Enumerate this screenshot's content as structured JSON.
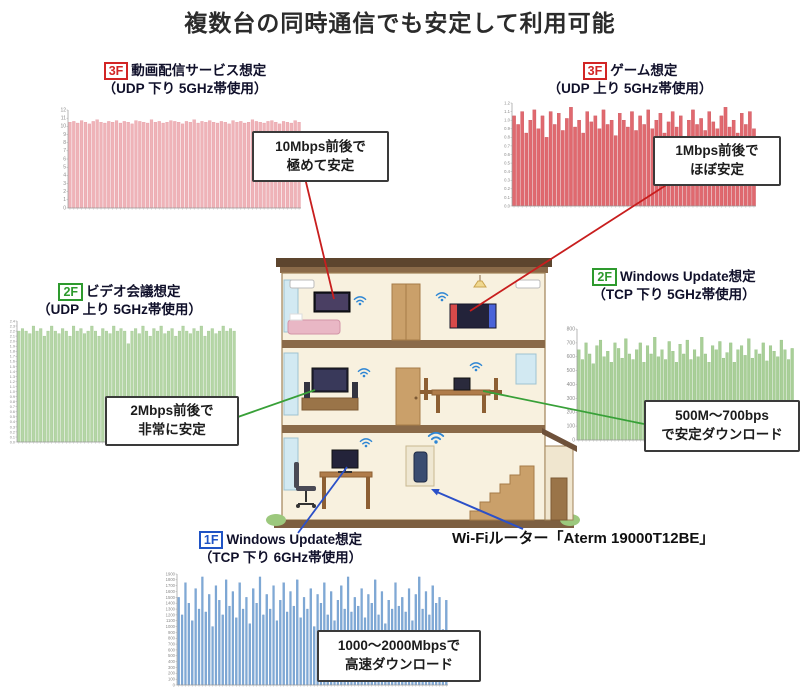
{
  "title": "複数台の同時通信でも安定して利用可能",
  "panels": {
    "tl": {
      "floor": "3F",
      "title": "動画配信サービス想定",
      "subtitle": "（UDP 下り 5GHz帯使用）",
      "callout": [
        "10Mbps前後で",
        "極めて安定"
      ]
    },
    "tr": {
      "floor": "3F",
      "title": "ゲーム想定",
      "subtitle": "（UDP 上り 5GHz帯使用）",
      "callout": [
        "1Mbps前後で",
        "ほぼ安定"
      ]
    },
    "ml": {
      "floor": "2F",
      "title": "ビデオ会議想定",
      "subtitle": "（UDP 上り 5GHz帯使用）",
      "callout": [
        "2Mbps前後で",
        "非常に安定"
      ]
    },
    "mr": {
      "floor": "2F",
      "title": "Windows Update想定",
      "subtitle": "（TCP 下り 5GHz帯使用）",
      "callout": [
        "500M〜700bps",
        "で安定ダウンロード"
      ]
    },
    "bl": {
      "floor": "1F",
      "title": "Windows Update想定",
      "subtitle": "（TCP 下り 6GHz帯使用）",
      "callout": [
        "1000〜2000Mbpsで",
        "高速ダウンロード"
      ]
    }
  },
  "router_label": "Wi-Fiルーター「Aterm 19000T12BE」",
  "colors": {
    "red_line": "#c81e1e",
    "green_line": "#38a038",
    "blue_line": "#2b50c8"
  },
  "chart_data": [
    {
      "type": "bar",
      "title": "3F 動画配信サービス想定（UDP 下り 5GHz帯使用）",
      "xlabel": "",
      "ylabel": "",
      "ylim": [
        0,
        12
      ],
      "ytick_step": 1,
      "legend": "none",
      "grid": false,
      "color": "#efb3b8",
      "stroke": "#e497a0",
      "bar_ratio": 0.72,
      "tick_font": 5,
      "pad_left": 13,
      "values": [
        10.5,
        10.6,
        10.4,
        10.7,
        10.5,
        10.3,
        10.6,
        10.8,
        10.5,
        10.4,
        10.6,
        10.5,
        10.7,
        10.4,
        10.6,
        10.5,
        10.3,
        10.7,
        10.6,
        10.5,
        10.4,
        10.8,
        10.5,
        10.6,
        10.4,
        10.5,
        10.7,
        10.6,
        10.5,
        10.3,
        10.6,
        10.5,
        10.8,
        10.4,
        10.6,
        10.5,
        10.7,
        10.5,
        10.4,
        10.6,
        10.5,
        10.3,
        10.7,
        10.5,
        10.6,
        10.4,
        10.5,
        10.8,
        10.6,
        10.5,
        10.4,
        10.6,
        10.7,
        10.5,
        10.3,
        10.6,
        10.5,
        10.4,
        10.7,
        10.5
      ]
    },
    {
      "type": "bar",
      "title": "3F ゲーム想定（UDP 上り 5GHz帯使用）",
      "xlabel": "",
      "ylabel": "",
      "ylim": [
        0,
        1.2
      ],
      "ytick_step": 0.1,
      "legend": "none",
      "grid": false,
      "color": "#e0696f",
      "stroke": "#c94f57",
      "bar_ratio": 0.78,
      "tick_font": 4.2,
      "pad_left": 12,
      "values": [
        1.05,
        0.95,
        1.1,
        0.85,
        1.0,
        1.12,
        0.9,
        1.05,
        0.8,
        1.1,
        0.95,
        1.08,
        0.88,
        1.02,
        1.15,
        0.92,
        1.0,
        0.85,
        1.1,
        0.98,
        1.05,
        0.9,
        1.12,
        0.95,
        1.0,
        0.82,
        1.08,
        1.0,
        0.92,
        1.1,
        0.88,
        1.05,
        0.95,
        1.12,
        0.9,
        1.0,
        1.08,
        0.85,
        0.98,
        1.1,
        0.92,
        1.05,
        0.8,
        1.0,
        1.12,
        0.95,
        1.02,
        0.88,
        1.1,
        0.98,
        0.9,
        1.05,
        1.15,
        0.92,
        1.0,
        0.85,
        1.08,
        0.95,
        1.1,
        0.9
      ]
    },
    {
      "type": "bar",
      "title": "2F ビデオ会議想定（UDP 上り 5GHz帯使用）",
      "xlabel": "",
      "ylabel": "",
      "ylim": [
        0,
        2.4
      ],
      "ytick_step": 0.1,
      "legend": "none",
      "grid": false,
      "color": "#b5d6a6",
      "stroke": "#9cc48c",
      "bar_ratio": 0.72,
      "tick_font": 3.8,
      "pad_left": 12,
      "values": [
        2.2,
        2.25,
        2.2,
        2.15,
        2.3,
        2.2,
        2.25,
        2.1,
        2.2,
        2.3,
        2.2,
        2.15,
        2.25,
        2.2,
        2.1,
        2.3,
        2.2,
        2.25,
        2.15,
        2.2,
        2.3,
        2.2,
        2.1,
        2.25,
        2.2,
        2.15,
        2.3,
        2.2,
        2.25,
        2.2,
        1.95,
        2.2,
        2.25,
        2.15,
        2.3,
        2.2,
        2.1,
        2.25,
        2.2,
        2.3,
        2.15,
        2.2,
        2.25,
        2.1,
        2.2,
        2.3,
        2.2,
        2.15,
        2.25,
        2.2,
        2.3,
        2.1,
        2.2,
        2.25,
        2.15,
        2.2,
        2.3,
        2.2,
        2.25,
        2.2
      ]
    },
    {
      "type": "bar",
      "title": "2F Windows Update想定（TCP 下り 5GHz帯使用）",
      "xlabel": "",
      "ylabel": "",
      "ylim": [
        0,
        800
      ],
      "ytick_step": 100,
      "legend": "none",
      "grid": false,
      "color": "#a9cf98",
      "stroke": "#8fbe7e",
      "bar_ratio": 0.75,
      "tick_font": 5,
      "pad_left": 16,
      "values": [
        650,
        580,
        700,
        620,
        550,
        680,
        720,
        600,
        640,
        560,
        700,
        660,
        590,
        730,
        620,
        580,
        650,
        700,
        560,
        680,
        620,
        740,
        600,
        650,
        580,
        710,
        640,
        560,
        690,
        620,
        720,
        580,
        650,
        600,
        740,
        620,
        560,
        680,
        650,
        710,
        590,
        630,
        700,
        560,
        650,
        680,
        610,
        730,
        590,
        650,
        620,
        700,
        570,
        680,
        640,
        600,
        720,
        650,
        580,
        660
      ]
    },
    {
      "type": "bar",
      "title": "1F Windows Update想定（TCP 下り 6GHz帯使用）",
      "xlabel": "",
      "ylabel": "",
      "ylim": [
        0,
        1900
      ],
      "ytick_step": 100,
      "legend": "none",
      "grid": false,
      "color": "#7fa9d6",
      "stroke": "#6b97c9",
      "bar_ratio": 0.55,
      "tick_font": 4.2,
      "pad_left": 17,
      "values": [
        1500,
        1200,
        1750,
        1400,
        1100,
        1650,
        1300,
        1850,
        1250,
        1550,
        1000,
        1700,
        1450,
        1200,
        1800,
        1350,
        1600,
        1150,
        1750,
        1300,
        1500,
        1050,
        1650,
        1400,
        1850,
        1200,
        1550,
        1300,
        1700,
        1100,
        1450,
        1750,
        1250,
        1600,
        1350,
        1800,
        1150,
        1500,
        1300,
        1650,
        1000,
        1550,
        1400,
        1750,
        1200,
        1600,
        1100,
        1450,
        1700,
        1300,
        1850,
        1250,
        1500,
        1350,
        1650,
        1150,
        1550,
        1400,
        1800,
        1200,
        1600,
        1050,
        1450,
        1300,
        1750,
        1350,
        1500,
        1250,
        1650,
        1100,
        1550,
        1850,
        1300,
        1600,
        1200,
        1700,
        1400,
        1500,
        950,
        1450
      ]
    }
  ]
}
